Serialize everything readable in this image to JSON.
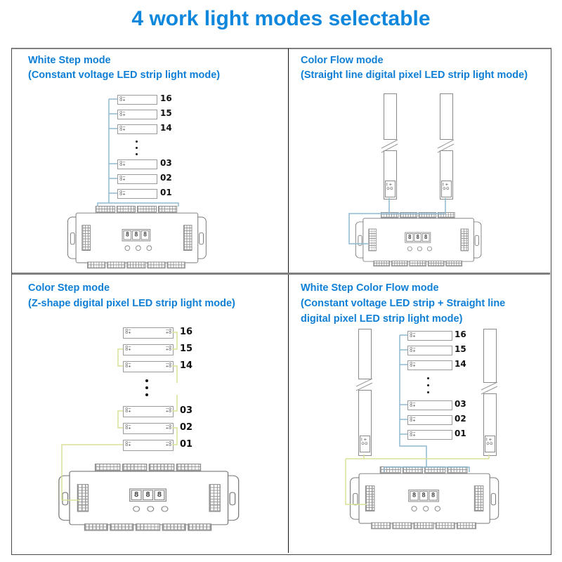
{
  "title": "4 work light modes selectable",
  "panels": {
    "white_step": {
      "title": "White Step mode",
      "subtitle": "(Constant voltage LED strip light mode)",
      "strip_labels": [
        "16",
        "15",
        "14",
        "03",
        "02",
        "01"
      ]
    },
    "color_flow": {
      "title": "Color Flow mode",
      "subtitle": "(Straight line digital pixel LED strip light mode)"
    },
    "color_step": {
      "title": "Color Step mode",
      "subtitle": "(Z-shape digital pixel LED strip light mode)",
      "strip_labels": [
        "16",
        "15",
        "14",
        "03",
        "02",
        "01"
      ]
    },
    "white_step_color_flow": {
      "title": "White Step Color Flow mode",
      "subtitle_lines": [
        "(Constant voltage LED strip + Straight line",
        "digital pixel LED strip light mode)"
      ],
      "strip_labels": [
        "16",
        "15",
        "14",
        "03",
        "02",
        "01"
      ]
    }
  },
  "glyphs": {
    "box_terminal_left": "⊙−\n⊙+",
    "box_terminal_right": "−⊙\n+⊙",
    "pixel_strip_terminal": "I +\n⊙⊙",
    "display_digit": "8"
  },
  "colors": {
    "accent_blue": "#0f87dc",
    "wire_blue": "#8fb8d0",
    "wire_yellow": "#d9e096",
    "grid_gray": "#7f7f7f"
  }
}
